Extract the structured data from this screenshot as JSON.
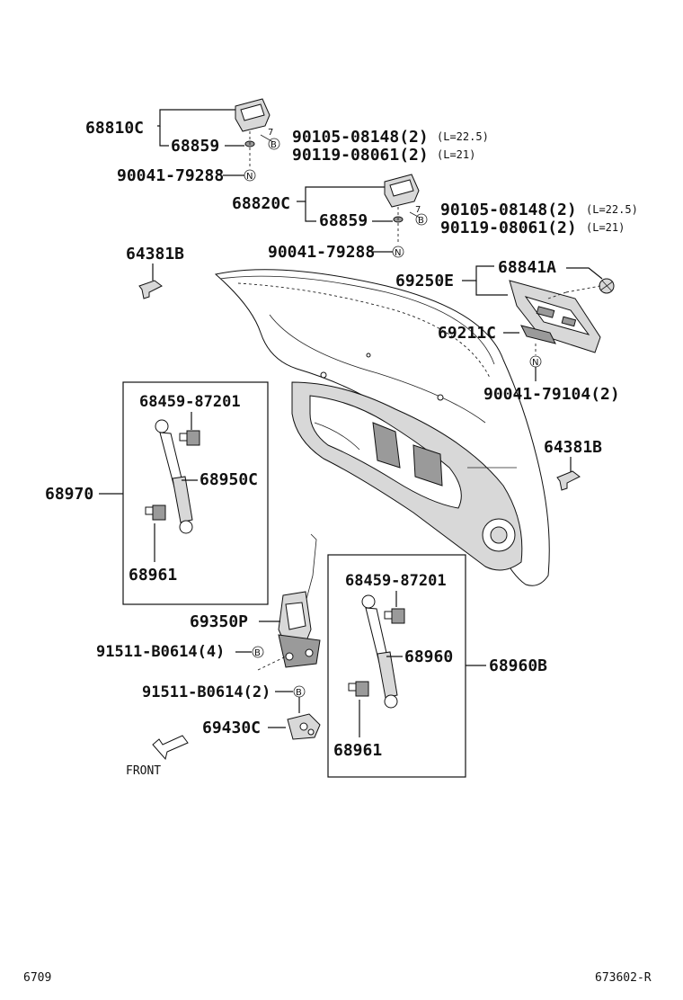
{
  "labels": {
    "hinge_lh": "68810C",
    "hinge_lh_pad": "68859",
    "hinge_lh_bolt1": "90105-08148(2)",
    "hinge_lh_bolt1_len": "(L=22.5)",
    "hinge_lh_bolt2": "90119-08061(2)",
    "hinge_lh_bolt2_len": "(L=21)",
    "hinge_lh_nut": "90041-79288",
    "hinge_rh": "68820C",
    "hinge_rh_pad": "68859",
    "hinge_rh_bolt1": "90105-08148(2)",
    "hinge_rh_bolt1_len": "(L=22.5)",
    "hinge_rh_bolt2": "90119-08061(2)",
    "hinge_rh_bolt2_len": "(L=21)",
    "hinge_rh_nut": "90041-79288",
    "stopper_left": "64381B",
    "stopper_right": "64381B",
    "lock_assy": "69250E",
    "lock_cover": "68841A",
    "lock_part": "69211C",
    "lock_clip": "90041-79104(2)",
    "damper_assy_lh": "68970",
    "damper_lh_stud": "68459-87201",
    "damper_lh_stay": "68950C",
    "damper_lh_lower": "68961",
    "latch": "69350P",
    "latch_bolt": "91511-B0614(4)",
    "striker_bolt": "91511-B0614(2)",
    "striker": "69430C",
    "damper_rh_stud": "68459-87201",
    "damper_rh_stay": "68960",
    "damper_assy_rh": "68960B",
    "damper_rh_lower": "68961",
    "front": "FRONT",
    "fig_code": "6709",
    "drawing_code": "673602-R"
  },
  "symbols": {
    "b": "B",
    "n": "N",
    "seven": "7"
  }
}
